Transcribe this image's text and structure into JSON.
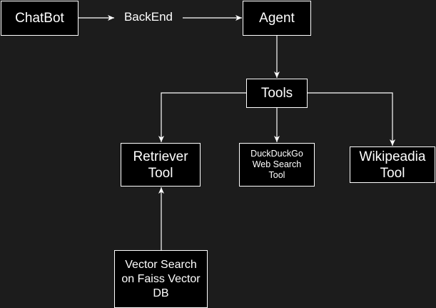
{
  "diagram": {
    "colors": {
      "background": "#1c1c1c",
      "box_fill": "#000000",
      "stroke": "#ffffff",
      "text": "#ffffff"
    },
    "nodes": {
      "chatbot": "ChatBot",
      "backend": "BackEnd",
      "agent": "Agent",
      "tools": "Tools",
      "retriever_tool": "Retriever\nTool",
      "duckduckgo_tool": "DuckDuckGo\nWeb Search\nTool",
      "wikipedia_tool": "Wikipeadia\nTool",
      "vector_search": "Vector Search\non Faiss Vector\nDB"
    },
    "edges": [
      {
        "from": "chatbot",
        "to": "backend"
      },
      {
        "from": "backend",
        "to": "agent"
      },
      {
        "from": "agent",
        "to": "tools"
      },
      {
        "from": "tools",
        "to": "retriever_tool"
      },
      {
        "from": "tools",
        "to": "duckduckgo_tool"
      },
      {
        "from": "tools",
        "to": "wikipedia_tool"
      },
      {
        "from": "vector_search",
        "to": "retriever_tool"
      }
    ]
  }
}
